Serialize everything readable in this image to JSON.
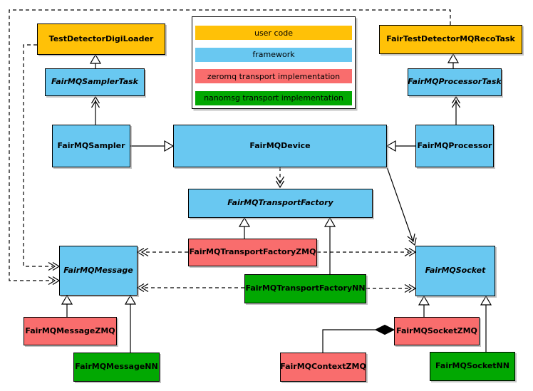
{
  "colors": {
    "user_code": "#FFC107",
    "framework": "#69C8F1",
    "zeromq": "#F96D6D",
    "nanomsg": "#02A802",
    "line": "#000000",
    "background": "#FFFFFF"
  },
  "legend": {
    "items": [
      {
        "label": "user code",
        "color": "#FFC107"
      },
      {
        "label": "framework",
        "color": "#69C8F1"
      },
      {
        "label": "zeromq transport implementation",
        "color": "#F96D6D"
      },
      {
        "label": "nanomsg transport implementation",
        "color": "#02A802"
      }
    ]
  },
  "nodes": [
    {
      "label": "TestDetectorDigiLoader",
      "category": "user code",
      "color": "#FFC107",
      "abstract": false
    },
    {
      "label": "FairTestDetectorMQRecoTask",
      "category": "user code",
      "color": "#FFC107",
      "abstract": false
    },
    {
      "label": "FairMQSamplerTask",
      "category": "framework",
      "color": "#69C8F1",
      "abstract": true
    },
    {
      "label": "FairMQProcessorTask",
      "category": "framework",
      "color": "#69C8F1",
      "abstract": true
    },
    {
      "label": "FairMQSampler",
      "category": "framework",
      "color": "#69C8F1",
      "abstract": false
    },
    {
      "label": "FairMQDevice",
      "category": "framework",
      "color": "#69C8F1",
      "abstract": false
    },
    {
      "label": "FairMQProcessor",
      "category": "framework",
      "color": "#69C8F1",
      "abstract": false
    },
    {
      "label": "FairMQTransportFactory",
      "category": "framework",
      "color": "#69C8F1",
      "abstract": true
    },
    {
      "label": "FairMQTransportFactoryZMQ",
      "category": "zeromq",
      "color": "#F96D6D",
      "abstract": false
    },
    {
      "label": "FairMQTransportFactoryNN",
      "category": "nanomsg",
      "color": "#02A802",
      "abstract": false
    },
    {
      "label": "FairMQMessage",
      "category": "framework",
      "color": "#69C8F1",
      "abstract": true
    },
    {
      "label": "FairMQSocket",
      "category": "framework",
      "color": "#69C8F1",
      "abstract": true
    },
    {
      "label": "FairMQMessageZMQ",
      "category": "zeromq",
      "color": "#F96D6D",
      "abstract": false
    },
    {
      "label": "FairMQMessageNN",
      "category": "nanomsg",
      "color": "#02A802",
      "abstract": false
    },
    {
      "label": "FairMQSocketZMQ",
      "category": "zeromq",
      "color": "#F96D6D",
      "abstract": false
    },
    {
      "label": "FairMQSocketNN",
      "category": "nanomsg",
      "color": "#02A802",
      "abstract": false
    },
    {
      "label": "FairMQContextZMQ",
      "category": "zeromq",
      "color": "#F96D6D",
      "abstract": false
    }
  ],
  "edges": [
    {
      "from": "FairMQSamplerTask",
      "to": "TestDetectorDigiLoader",
      "type": "generalization",
      "line": "solid"
    },
    {
      "from": "FairMQProcessorTask",
      "to": "FairTestDetectorMQRecoTask",
      "type": "generalization",
      "line": "solid"
    },
    {
      "from": "FairMQSampler",
      "to": "FairMQSamplerTask",
      "type": "association",
      "line": "solid"
    },
    {
      "from": "FairMQProcessor",
      "to": "FairMQProcessorTask",
      "type": "association",
      "line": "solid"
    },
    {
      "from": "FairMQSampler",
      "to": "FairMQDevice",
      "type": "generalization",
      "line": "solid"
    },
    {
      "from": "FairMQProcessor",
      "to": "FairMQDevice",
      "type": "generalization",
      "line": "solid"
    },
    {
      "from": "FairMQDevice",
      "to": "FairMQTransportFactory",
      "type": "dependency",
      "line": "dashed"
    },
    {
      "from": "FairMQDevice",
      "to": "FairMQSocket",
      "type": "association",
      "line": "solid"
    },
    {
      "from": "FairMQTransportFactoryZMQ",
      "to": "FairMQTransportFactory",
      "type": "generalization",
      "line": "solid"
    },
    {
      "from": "FairMQTransportFactoryNN",
      "to": "FairMQTransportFactory",
      "type": "generalization",
      "line": "solid"
    },
    {
      "from": "FairMQTransportFactoryZMQ",
      "to": "FairMQMessage",
      "type": "dependency",
      "line": "dashed"
    },
    {
      "from": "FairMQTransportFactoryZMQ",
      "to": "FairMQSocket",
      "type": "dependency",
      "line": "dashed"
    },
    {
      "from": "FairMQTransportFactoryNN",
      "to": "FairMQMessage",
      "type": "dependency",
      "line": "dashed"
    },
    {
      "from": "FairMQTransportFactoryNN",
      "to": "FairMQSocket",
      "type": "dependency",
      "line": "dashed"
    },
    {
      "from": "TestDetectorDigiLoader",
      "to": "FairMQMessage",
      "type": "dependency",
      "line": "dashed"
    },
    {
      "from": "FairTestDetectorMQRecoTask",
      "to": "FairMQMessage",
      "type": "dependency",
      "line": "dashed"
    },
    {
      "from": "FairMQMessageZMQ",
      "to": "FairMQMessage",
      "type": "generalization",
      "line": "solid"
    },
    {
      "from": "FairMQMessageNN",
      "to": "FairMQMessage",
      "type": "generalization",
      "line": "solid"
    },
    {
      "from": "FairMQSocketZMQ",
      "to": "FairMQSocket",
      "type": "generalization",
      "line": "solid"
    },
    {
      "from": "FairMQSocketNN",
      "to": "FairMQSocket",
      "type": "generalization",
      "line": "solid"
    },
    {
      "from": "FairMQContextZMQ",
      "to": "FairMQSocketZMQ",
      "type": "composition",
      "line": "solid"
    }
  ]
}
